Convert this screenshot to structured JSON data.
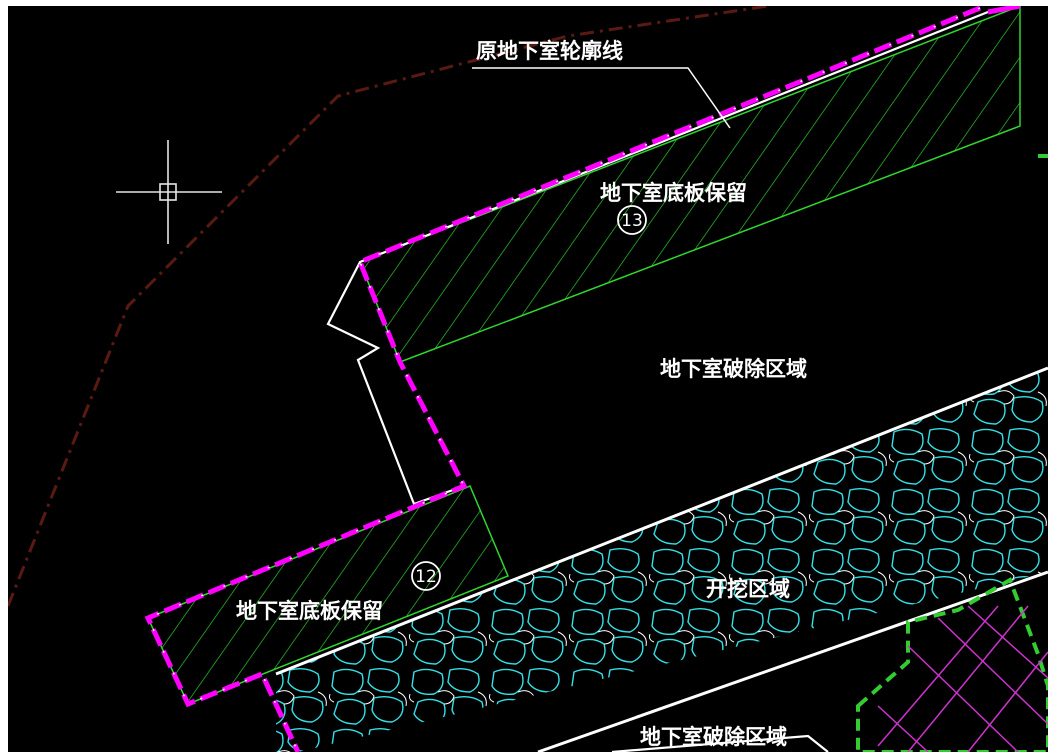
{
  "labels": {
    "contour": "原地下室轮廓线",
    "slab_top": "地下室底板保留",
    "slab_bottom": "地下室底板保留",
    "demolish_upper": "地下室破除区域",
    "demolish_lower": "地下室破除区域",
    "excavation": "开挖区域",
    "marker_13": "13",
    "marker_12": "12"
  },
  "colors": {
    "background": "#000000",
    "contour_dash": "#ff00ff",
    "linework": "#ffffff",
    "hatch": "#2fd62f",
    "gravel": "#33e0e6",
    "grid_outline": "#33cc33",
    "grid_lines": "#cc33cc",
    "old_edge": "#5a1a12"
  },
  "icons": [
    "crosshair-cursor-icon"
  ]
}
